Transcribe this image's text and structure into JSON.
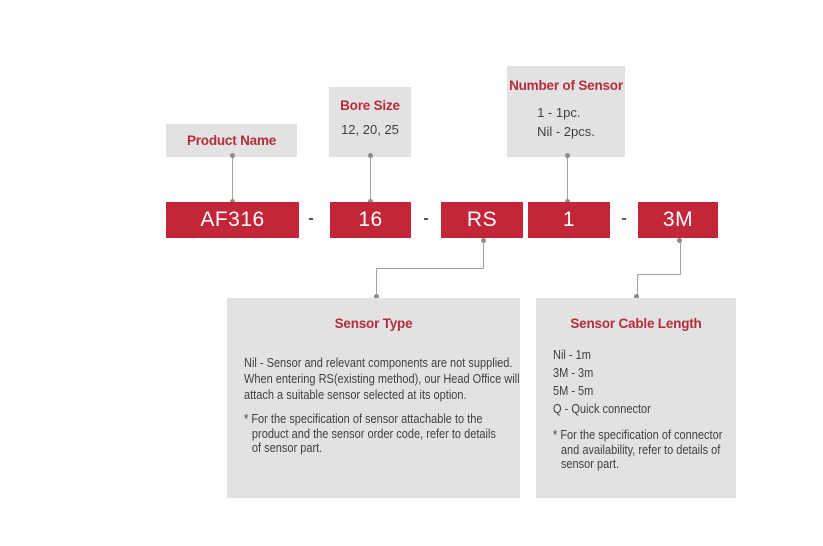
{
  "colors": {
    "code_box_red": "#c22638",
    "title_red": "#b42d3a",
    "label_gray": "#e2e2e2",
    "body_text": "#3f3f3f",
    "connector_gray": "#a2a2a2",
    "code_text_white": "#ffffff",
    "separator_dark": "#4d4d4d"
  },
  "top_labels": {
    "product_name": {
      "title": "Product Name"
    },
    "bore_size": {
      "title": "Bore Size",
      "value": "12, 20, 25"
    },
    "number_of_sensor": {
      "title": "Number of Sensor",
      "options": [
        "1 - 1pc.",
        "Nil - 2pcs."
      ]
    }
  },
  "code_row": {
    "separator": "-",
    "product": "AF316",
    "bore_size": "16",
    "sensor_type": "RS",
    "sensor_quantity": "1",
    "cable_length": "3M"
  },
  "detail_boxes": {
    "sensor_type": {
      "title": "Sensor Type",
      "description_lines": [
        "Nil - Sensor and relevant components are not supplied.",
        "When entering RS(existing method), our Head Office will",
        "attach a suitable sensor selected at its option."
      ],
      "note_lines": [
        "* For the specification of sensor attachable to the",
        "product and the sensor order code, refer to details",
        "of sensor part."
      ]
    },
    "sensor_cable_length": {
      "title": "Sensor Cable Length",
      "options": [
        "Nil - 1m",
        "3M - 3m",
        "5M - 5m",
        "Q - Quick connector"
      ],
      "note_lines": [
        "* For the specification of connector",
        "and availability, refer to details of",
        "sensor part."
      ]
    }
  }
}
